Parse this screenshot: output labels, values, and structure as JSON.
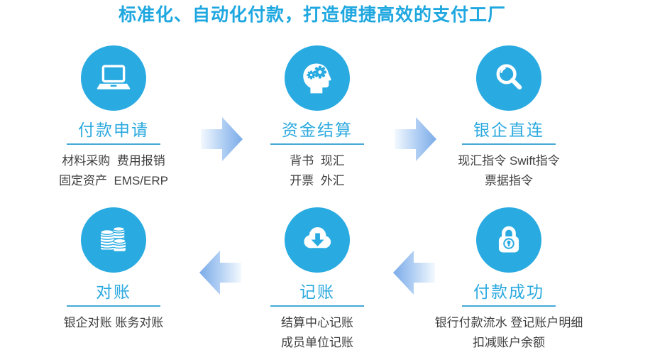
{
  "title": "标准化、自动化付款，打造便捷高效的支付工厂",
  "colors": {
    "accent_cyan": "#29ABE2",
    "title_cyan": "#1FA7E0",
    "underline": "#44A8D6",
    "text_dark": "#3E3E3E",
    "arrow_tip_blue": "#7BABE8",
    "arrow_tail_blue": "#F3F9FE"
  },
  "stages": [
    {
      "id": "payment-request",
      "icon": "laptop-icon",
      "title": "付款申请",
      "lines": [
        "材料采购  费用报销",
        "固定资产  EMS/ERP"
      ]
    },
    {
      "id": "fund-settlement",
      "icon": "head-gears-icon",
      "title": "资金结算",
      "lines": [
        "背书  现汇",
        "开票  外汇"
      ]
    },
    {
      "id": "bank-direct-link",
      "icon": "magnifier-icon",
      "title": "银企直连",
      "lines": [
        "现汇指令 Swift指令",
        "票据指令"
      ]
    },
    {
      "id": "reconciliation",
      "icon": "coins-icon",
      "title": "对账",
      "lines": [
        "银企对账 账务对账"
      ]
    },
    {
      "id": "bookkeeping",
      "icon": "cloud-download-icon",
      "title": "记账",
      "lines": [
        "结算中心记账",
        "成员单位记账"
      ]
    },
    {
      "id": "payment-success",
      "icon": "lock-icon",
      "title": "付款成功",
      "lines": [
        "银行付款流水 登记账户明细",
        "扣减账户余额"
      ]
    }
  ],
  "arrows": [
    {
      "id": "arrow-1",
      "direction": "right",
      "from": "付款申请",
      "to": "资金结算"
    },
    {
      "id": "arrow-2",
      "direction": "right",
      "from": "资金结算",
      "to": "银企直连"
    },
    {
      "id": "arrow-3",
      "direction": "left",
      "from": "付款成功",
      "to": "记账"
    },
    {
      "id": "arrow-4",
      "direction": "left",
      "from": "记账",
      "to": "对账"
    }
  ]
}
